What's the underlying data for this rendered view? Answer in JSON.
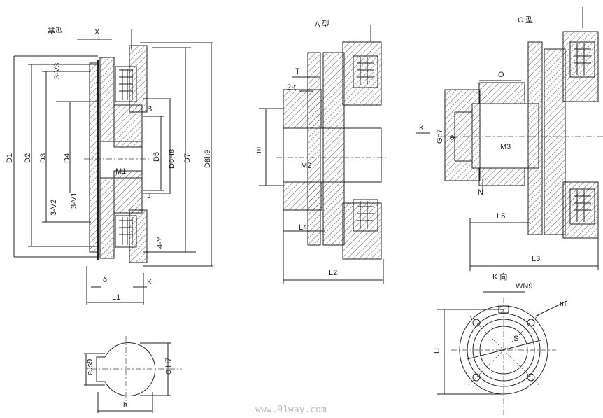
{
  "base": {
    "title": "基型",
    "X": "X",
    "V3": "3-V3",
    "D1": "D1",
    "D2": "D2",
    "D3": "D3",
    "D4": "D4",
    "D5": "D5",
    "D6": "D6H8",
    "D7": "D7",
    "D8": "D8h9",
    "B": "B",
    "J": "J",
    "M1": "M1",
    "V1": "3-V1",
    "V2": "3-V2",
    "Y": "4-Y",
    "delta": "δ",
    "K": "K",
    "L1": "L1"
  },
  "typeA": {
    "title": "A 型",
    "T": "T",
    "t": "2-t",
    "E": "E",
    "M2": "M2",
    "L4": "L4",
    "L2": "L2"
  },
  "typeC": {
    "title": "C 型",
    "O": "O",
    "K": "K",
    "G": "Gn7",
    "phi": "φ",
    "M3": "M3",
    "N": "N",
    "L5": "L5",
    "L3": "L3"
  },
  "kview": {
    "title": "K 向",
    "WN9": "WN9",
    "m": "m",
    "S": "S",
    "U": "U"
  },
  "key": {
    "e": "eJs9",
    "H": "φ H7",
    "h": "h"
  },
  "watermark": "www.91way.com"
}
